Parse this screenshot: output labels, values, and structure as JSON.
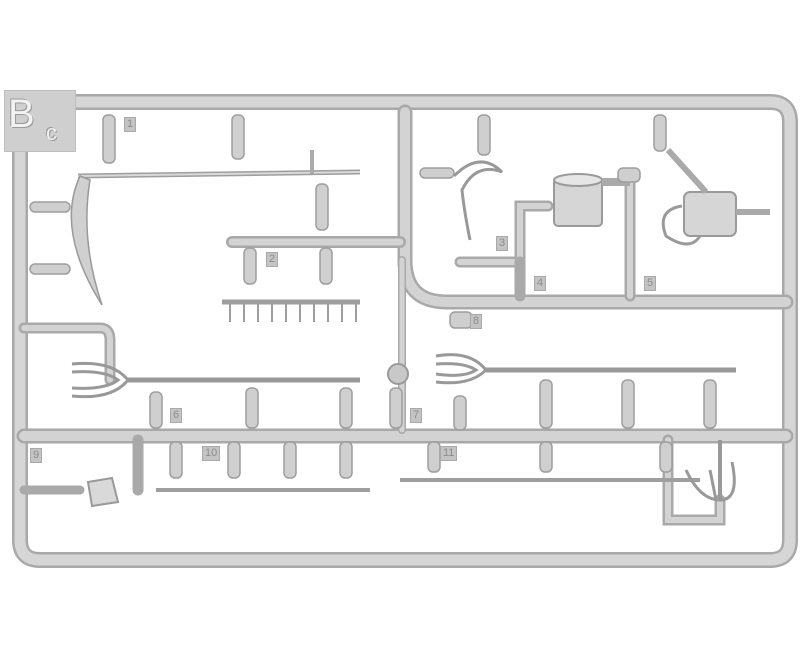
{
  "sprue": {
    "letter": "B",
    "sub_letter": "c",
    "color": "#cdcdcd",
    "part_numbers": [
      "1",
      "2",
      "3",
      "4",
      "5",
      "6",
      "7",
      "8",
      "9",
      "10",
      "11"
    ]
  }
}
